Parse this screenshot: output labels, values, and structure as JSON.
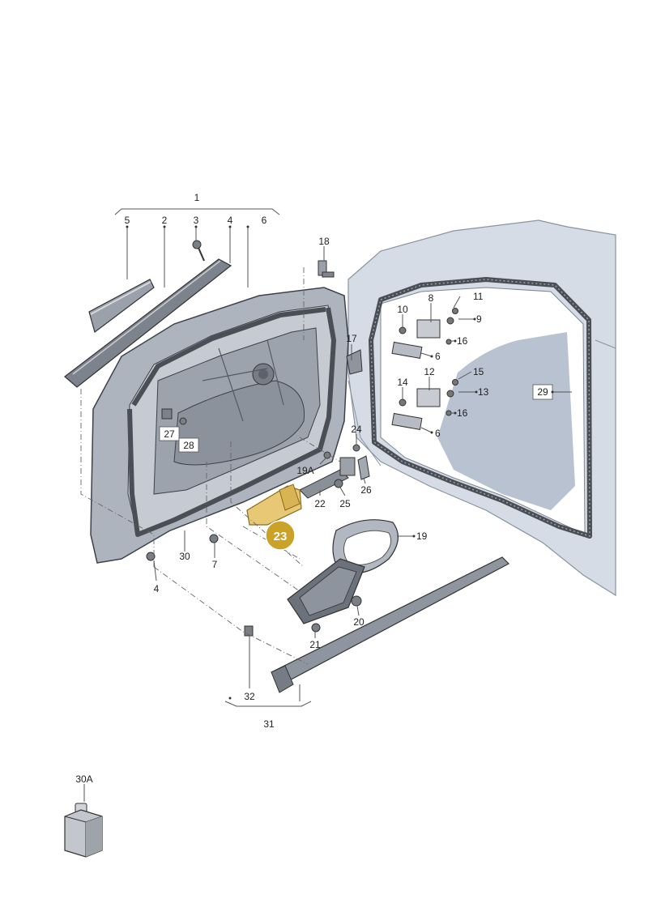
{
  "diagram": {
    "callouts": {
      "c1": "1",
      "c2": "2",
      "c3": "3",
      "c4a": "4",
      "c4b": "4",
      "c5": "5",
      "c6a": "6",
      "c6b": "6",
      "c6c": "6",
      "c7": "7",
      "c8": "8",
      "c9": "9",
      "c10": "10",
      "c11": "11",
      "c12": "12",
      "c13": "13",
      "c14": "14",
      "c15": "15",
      "c16a": "16",
      "c16b": "16",
      "c17": "17",
      "c18": "18",
      "c19": "19",
      "c19a": "19A",
      "c20": "20",
      "c21": "21",
      "c22": "22",
      "c24": "24",
      "c25": "25",
      "c26": "26",
      "c27": "27",
      "c28": "28",
      "c29": "29",
      "c30": "30",
      "c30a": "30A",
      "c31": "31",
      "c32": "32"
    },
    "highlight": {
      "label": "23",
      "color": "#c9a227"
    },
    "colors": {
      "door_panel": "#aeb4be",
      "body_panel": "#d6dce6",
      "body_shade": "#b8c2d0",
      "seal": "#4a4e55",
      "highlight_part": "#e8c874"
    }
  }
}
